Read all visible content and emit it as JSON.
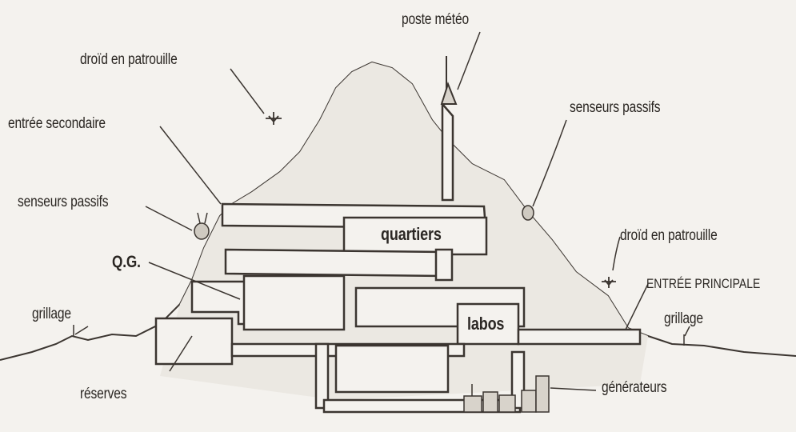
{
  "diagram": {
    "labels": {
      "poste_meteo": "poste météo",
      "droid_gauche": "droïd en patrouille",
      "entree_secondaire": "entrée secondaire",
      "senseurs_gauche": "senseurs passifs",
      "qg": "Q.G.",
      "grillage_gauche": "grillage",
      "reserves": "réserves",
      "senseurs_droite": "senseurs passifs",
      "droid_droite": "droïd en patrouille",
      "entree_principale": "ENTRÉE PRINCIPALE",
      "grillage_droite": "grillage",
      "quartiers": "quartiers",
      "labos": "labos",
      "generateurs": "générateurs"
    }
  }
}
